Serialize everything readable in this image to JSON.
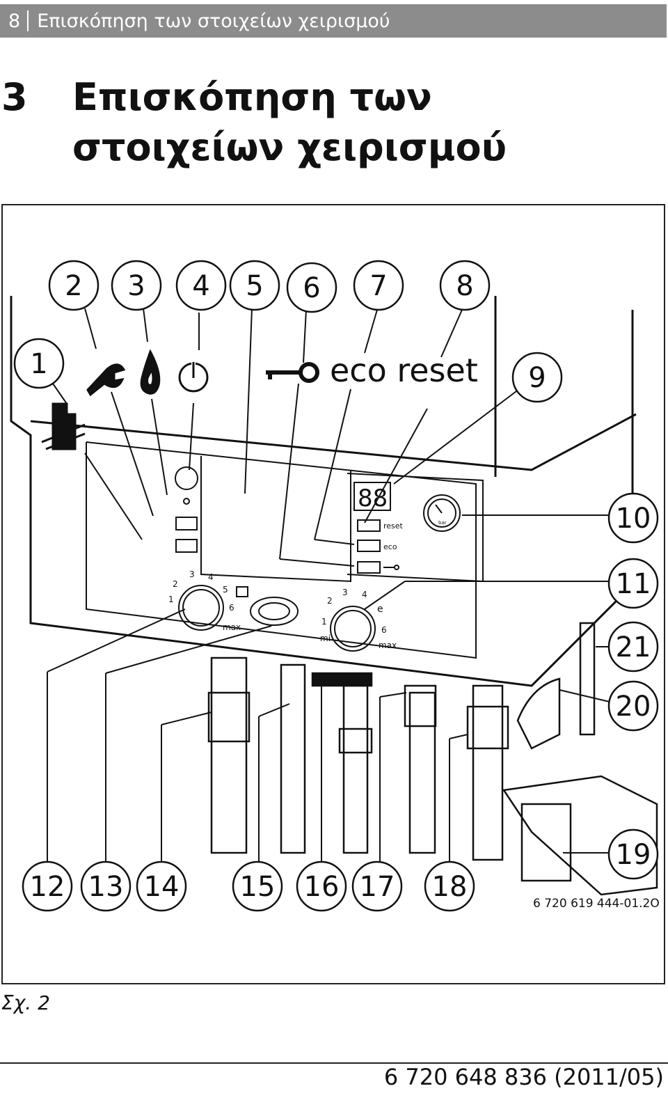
{
  "header": {
    "page_number": "8",
    "section_title": "Επισκόπηση των στοιχείων χειρισμού"
  },
  "heading": {
    "number": "3",
    "title": "Επισκόπηση των στοιχείων χειρισμού"
  },
  "figure": {
    "callouts": [
      "1",
      "2",
      "3",
      "4",
      "5",
      "6",
      "7",
      "8",
      "9",
      "10",
      "11",
      "12",
      "13",
      "14",
      "15",
      "16",
      "17",
      "18",
      "19",
      "20",
      "21"
    ],
    "panel_labels": {
      "eco_reset_big": "eco reset",
      "reset": "reset",
      "eco": "eco",
      "max_left": "max",
      "max_right": "max",
      "dial_left_ticks": [
        "1",
        "2",
        "3",
        "4",
        "5",
        "6"
      ],
      "dial_right_ticks": [
        "1",
        "2",
        "3",
        "4",
        "e",
        "6"
      ],
      "min": "mi",
      "gauge_unit": "bar"
    },
    "figure_code": "6 720 619 444-01.2O"
  },
  "caption": "Σχ. 2",
  "footer": {
    "document_code": "6 720 648 836 (2011/05)"
  }
}
